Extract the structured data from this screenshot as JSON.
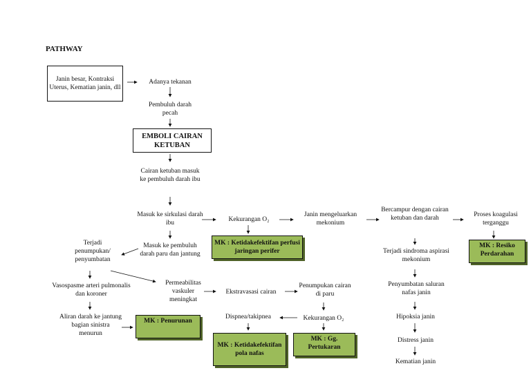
{
  "title": "PATHWAY",
  "nodes": {
    "cause": "Janin besar, Kontraksi Uterus, Kematian janin, dll",
    "tekanan": "Adanya tekanan",
    "pembuluh_pecah": "Pembuluh darah pecah",
    "emboli": "EMBOLI CAIRAN KETUBAN",
    "cairan_masuk": "Cairan ketuban masuk ke pembuluh darah ibu",
    "sirkulasi": "Masuk ke sirkulasi darah ibu",
    "kekurangan_o2_1": "Kekurangan O₂",
    "mekonium": "Janin mengeluarkan mekonium",
    "bercampur": "Bercampur dengan cairan ketuban dan darah",
    "koagulasi": "Proses koagulasi terganggu",
    "paru_jantung": "Masuk ke pembuluh darah paru dan jantung",
    "penyumbatan": "Terjadi penumpukan/ penyumbatan",
    "sindroma": "Terjadi sindroma aspirasi mekonium",
    "permeabilitas": "Permeabilitas vaskuler meningkat",
    "vasospasme": "Vasospasme arteri pulmonalis dan koroner",
    "ekstravasasi": "Ekstravasasi cairan",
    "penumpukan_paru": "Penumpukan cairan di paru",
    "saluran_nafas": "Penyumbatan saluran nafas janin",
    "aliran": "Aliran darah ke jantung bagian sinistra menurun",
    "dispnea": "Dispnea/takipnea",
    "kekurangan_o2_2": "Kekurangan O₂",
    "hipoksia": "Hipoksia janin",
    "distress": "Distress janin",
    "kematian": "Kematian janin"
  },
  "diagnoses": {
    "perfusi": "MK : Ketidakefektifan perfusi jaringan perifer",
    "resiko": "MK : Resiko Perdarahan",
    "penurunan": "MK : Penurunan",
    "pola_nafas": "MK : Ketidakefektifan pola nafas",
    "pertukaran": "MK : Gg. Pertukaran"
  },
  "colors": {
    "diagnosis_fill": "#9bbb59",
    "diagnosis_shadow": "#4f6228"
  }
}
